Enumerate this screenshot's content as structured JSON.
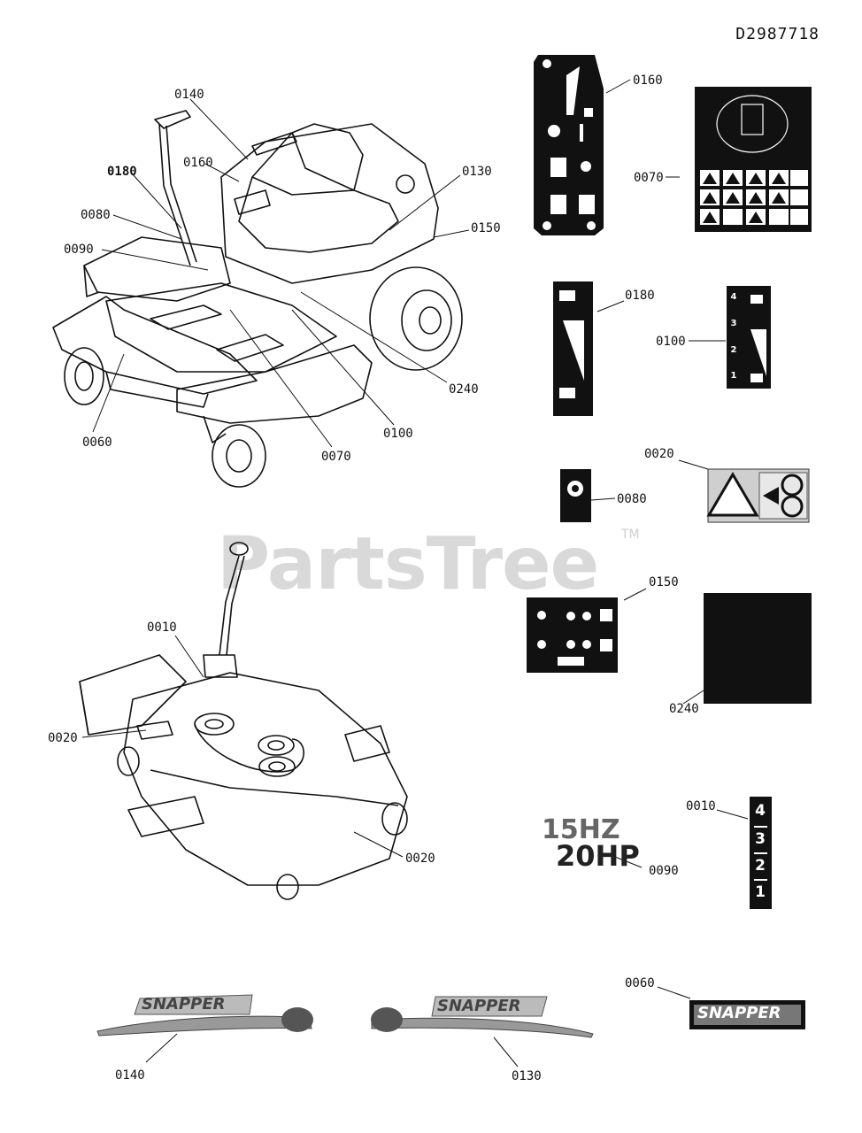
{
  "diagram_id": "D2987718",
  "watermark": "PartsTree",
  "watermark_tm": "TM",
  "labels": {
    "l0140a": "0140",
    "l0160a": "0160",
    "l0180a": "0180",
    "l0080a": "0080",
    "l0090a": "0090",
    "l0130a": "0130",
    "l0150a": "0150",
    "l0240a": "0240",
    "l0100a": "0100",
    "l0070a": "0070",
    "l0060a": "0060",
    "l0160b": "0160",
    "l0070b": "0070",
    "l0180b": "0180",
    "l0100b": "0100",
    "l0020a": "0020",
    "l0080b": "0080",
    "l0010a": "0010",
    "l0020b": "0020",
    "l0020c": "0020",
    "l0150b": "0150",
    "l0240b": "0240",
    "l0010b": "0010",
    "l0090b": "0090",
    "l0060b": "0060",
    "l0140b": "0140",
    "l0130b": "0130"
  },
  "decals": {
    "brand_text": "SNAPPER",
    "engine_top": "15HZ",
    "engine_bottom": "20HP",
    "height_levels": [
      "4",
      "3",
      "2",
      "1"
    ],
    "speed_levels": [
      "4",
      "3",
      "2",
      "1"
    ]
  },
  "colors": {
    "ink": "#111111",
    "watermark": "#d9d9d9",
    "decal_bg": "#111111"
  }
}
